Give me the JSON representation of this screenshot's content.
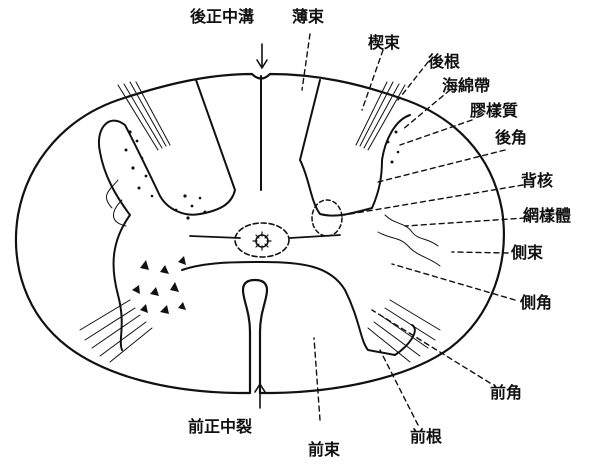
{
  "diagram": {
    "labels": {
      "posterior_median_sulcus": "後正中溝",
      "fasciculus_gracilis": "薄束",
      "fasciculus_cuneatus": "楔束",
      "posterior_root": "後根",
      "spongy_zone": "海綿帶",
      "substantia_gelatinosa": "膠樣質",
      "posterior_horn": "後角",
      "dorsal_nucleus": "背核",
      "reticular_formation": "網樣體",
      "lateral_funiculus": "側束",
      "lateral_horn": "側角",
      "anterior_horn": "前角",
      "anterior_root": "前根",
      "anterior_funiculus": "前束",
      "anterior_median_fissure": "前正中裂"
    }
  }
}
